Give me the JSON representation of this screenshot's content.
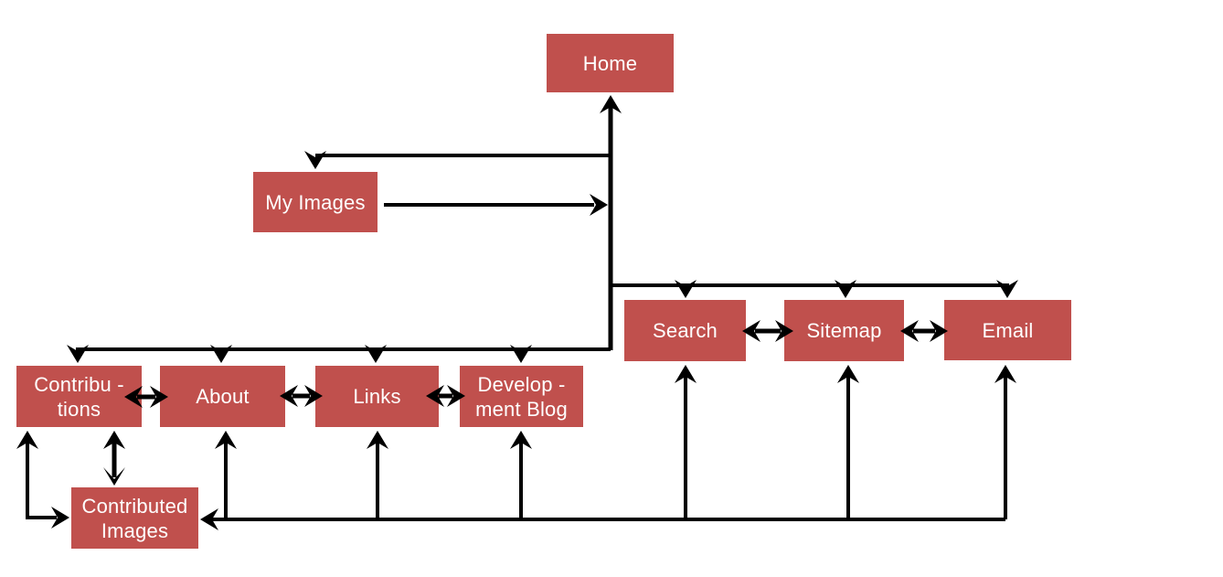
{
  "diagram": {
    "type": "sitemap",
    "background": "white"
  },
  "colors": {
    "node_fill": "#C0504D",
    "node_text": "#FFFFFF",
    "connector": "#000000",
    "background": "#FFFFFF"
  },
  "nodes": {
    "home": {
      "lines": [
        "Home"
      ]
    },
    "my_images": {
      "lines": [
        "My Images"
      ]
    },
    "search": {
      "lines": [
        "Search"
      ]
    },
    "sitemap": {
      "lines": [
        "Sitemap"
      ]
    },
    "email": {
      "lines": [
        "Email"
      ]
    },
    "contributions": {
      "lines": [
        "Contribu -",
        "tions"
      ]
    },
    "about": {
      "lines": [
        "About"
      ]
    },
    "links": {
      "lines": [
        "Links"
      ]
    },
    "development_blog": {
      "lines": [
        "Develop -",
        "ment Blog"
      ]
    },
    "contributed_images": {
      "lines": [
        "Contributed",
        "Images"
      ]
    }
  },
  "connections": [
    {
      "from": "main-trunk",
      "to": "home",
      "arrows": "one-way"
    },
    {
      "from": "main-trunk",
      "to": "my_images",
      "arrows": "one-way"
    },
    {
      "from": "my_images",
      "to": "main-trunk",
      "arrows": "one-way"
    },
    {
      "from": "main-trunk",
      "to": "search",
      "arrows": "one-way"
    },
    {
      "from": "main-trunk",
      "to": "sitemap",
      "arrows": "one-way"
    },
    {
      "from": "main-trunk",
      "to": "email",
      "arrows": "one-way"
    },
    {
      "from": "main-trunk",
      "to": "contributions",
      "arrows": "one-way"
    },
    {
      "from": "main-trunk",
      "to": "about",
      "arrows": "one-way"
    },
    {
      "from": "main-trunk",
      "to": "links",
      "arrows": "one-way"
    },
    {
      "from": "main-trunk",
      "to": "development_blog",
      "arrows": "one-way"
    },
    {
      "from": "contributions",
      "to": "about",
      "arrows": "two-way"
    },
    {
      "from": "about",
      "to": "links",
      "arrows": "two-way"
    },
    {
      "from": "links",
      "to": "development_blog",
      "arrows": "two-way"
    },
    {
      "from": "search",
      "to": "sitemap",
      "arrows": "two-way"
    },
    {
      "from": "sitemap",
      "to": "email",
      "arrows": "two-way"
    },
    {
      "from": "contributions",
      "to": "contributed_images",
      "arrows": "two-way"
    },
    {
      "from": "contributions",
      "to": "contributed_images",
      "arrows": "two-way-elbow"
    },
    {
      "from": "bottom-rail",
      "to": "contributed_images",
      "arrows": "one-way"
    },
    {
      "from": "bottom-rail",
      "to": "about",
      "arrows": "one-way"
    },
    {
      "from": "bottom-rail",
      "to": "links",
      "arrows": "one-way"
    },
    {
      "from": "bottom-rail",
      "to": "development_blog",
      "arrows": "one-way"
    },
    {
      "from": "bottom-rail",
      "to": "search",
      "arrows": "one-way"
    },
    {
      "from": "bottom-rail",
      "to": "sitemap",
      "arrows": "one-way"
    },
    {
      "from": "bottom-rail",
      "to": "email",
      "arrows": "one-way"
    }
  ]
}
